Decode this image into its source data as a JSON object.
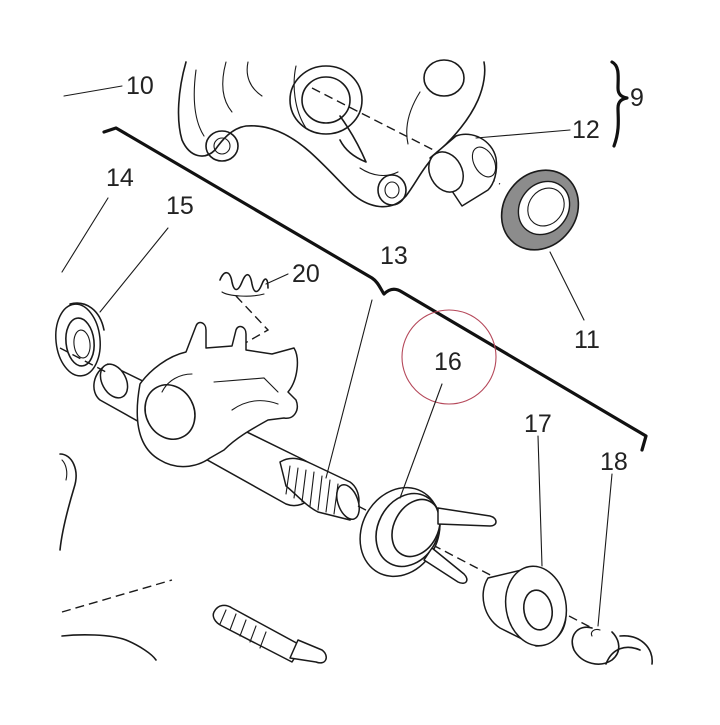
{
  "diagram": {
    "callouts": [
      {
        "id": "9",
        "label": "9"
      },
      {
        "id": "10",
        "label": "10"
      },
      {
        "id": "11",
        "label": "11"
      },
      {
        "id": "12",
        "label": "12"
      },
      {
        "id": "13",
        "label": "13"
      },
      {
        "id": "14",
        "label": "14"
      },
      {
        "id": "15",
        "label": "15"
      },
      {
        "id": "16",
        "label": "16"
      },
      {
        "id": "17",
        "label": "17"
      },
      {
        "id": "18",
        "label": "18"
      },
      {
        "id": "20",
        "label": "20"
      }
    ],
    "colors": {
      "line": "#1a1a1a",
      "seal_fill": "#8c8c8c",
      "highlight_circle": "#b5485a",
      "background": "#ffffff"
    }
  }
}
